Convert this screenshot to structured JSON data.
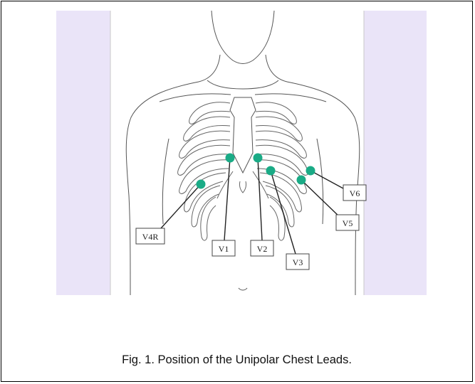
{
  "caption": "Fig. 1. Position of the Unipolar Chest Leads.",
  "colors": {
    "electrode": "#1aab86",
    "panel": "#eae4f8",
    "line": "#333333"
  },
  "leads": [
    {
      "id": "v4r",
      "label": "V4R"
    },
    {
      "id": "v1",
      "label": "V1"
    },
    {
      "id": "v2",
      "label": "V2"
    },
    {
      "id": "v3",
      "label": "V3"
    },
    {
      "id": "v5",
      "label": "V5"
    },
    {
      "id": "v6",
      "label": "V6"
    }
  ]
}
